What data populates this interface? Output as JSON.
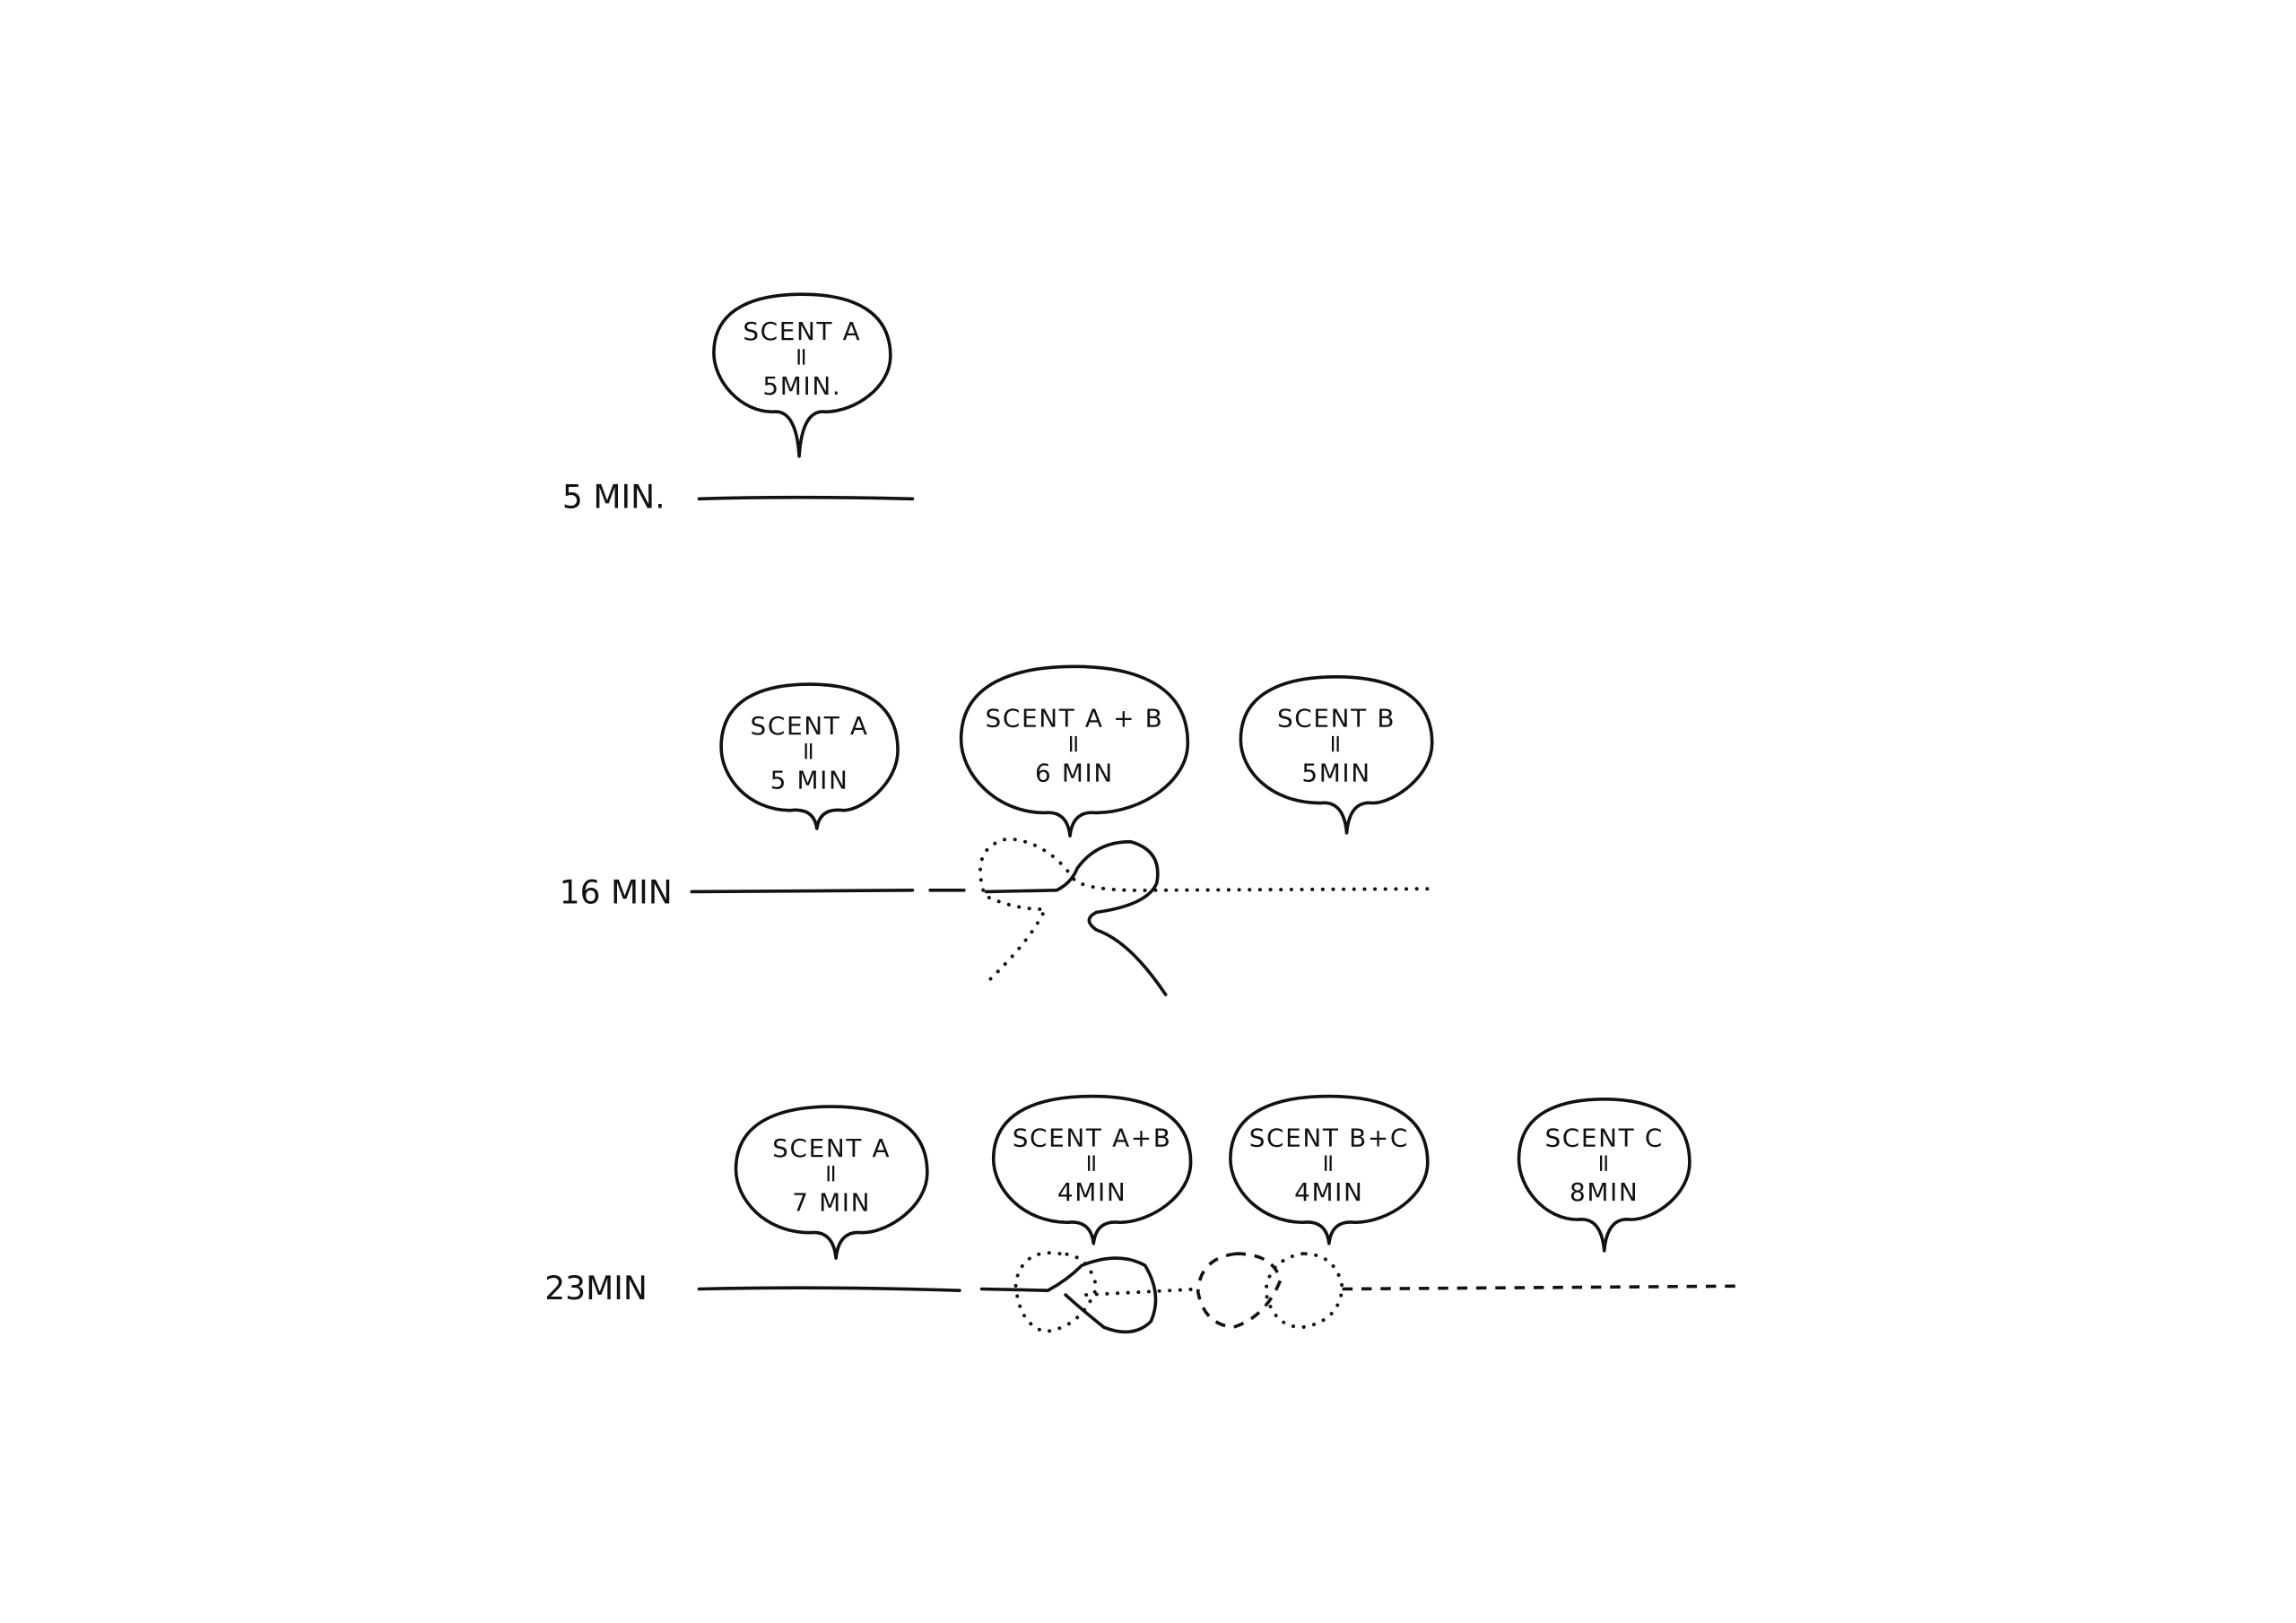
{
  "rows": [
    {
      "total_label": "5 MIN.",
      "bubbles": [
        {
          "scent": "SCENT A",
          "equals": "=",
          "duration": "5MIN."
        }
      ]
    },
    {
      "total_label": "16 MIN",
      "bubbles": [
        {
          "scent": "SCENT A",
          "equals": "=",
          "duration": "5 MIN"
        },
        {
          "scent": "SCENT A + B",
          "equals": "=",
          "duration": "6 MIN"
        },
        {
          "scent": "SCENT B",
          "equals": "=",
          "duration": "5MIN"
        }
      ]
    },
    {
      "total_label": "23MIN",
      "bubbles": [
        {
          "scent": "SCENT A",
          "equals": "=",
          "duration": "7 MIN"
        },
        {
          "scent": "SCENT A+B",
          "equals": "=",
          "duration": "4MIN"
        },
        {
          "scent": "SCENT B+C",
          "equals": "=",
          "duration": "4MIN"
        },
        {
          "scent": "SCENT C",
          "equals": "=",
          "duration": "8MIN"
        }
      ]
    }
  ]
}
